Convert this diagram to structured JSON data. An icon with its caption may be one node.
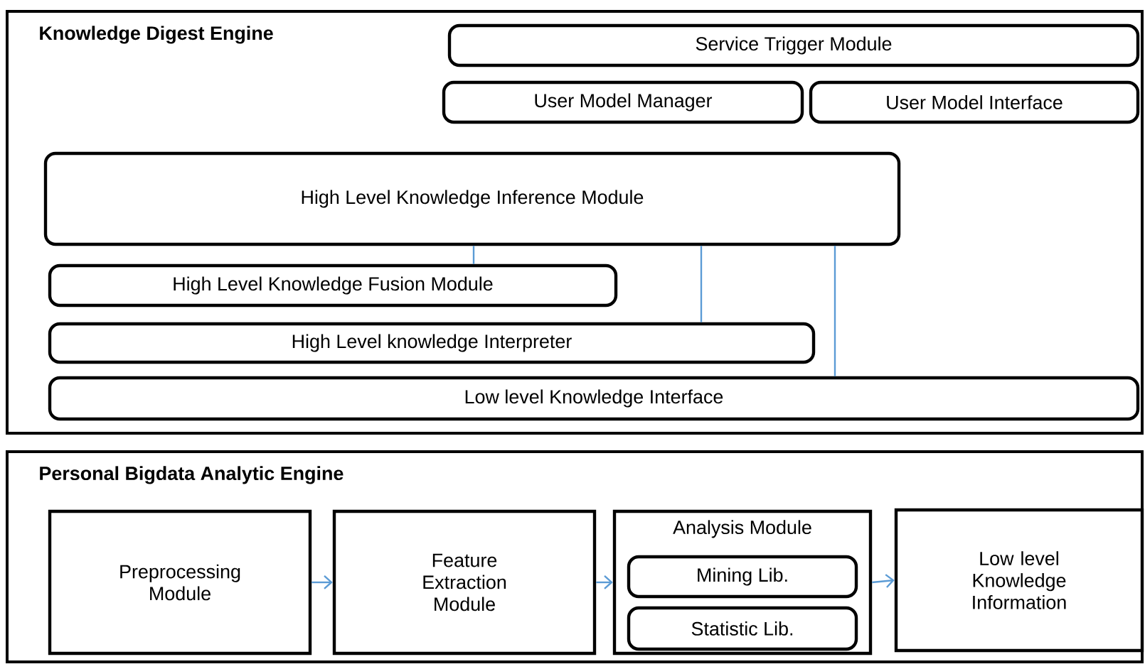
{
  "diagram": {
    "nodes": [
      {
        "text": [
          "Knowledge Digest Engine"
        ]
      },
      {
        "text": [
          "Service Trigger Module"
        ],
        "in": 0
      },
      {
        "text": [
          "User Model Manager"
        ],
        "in": 0
      },
      {
        "text": [
          "User Model Interface"
        ],
        "in": 0
      },
      {
        "text": [
          "High Level Knowledge Inference Module"
        ],
        "in": 0
      },
      {
        "text": [
          "High Level Knowledge Fusion Module"
        ],
        "in": 0
      },
      {
        "text": [
          "High Level knowledge Interpreter"
        ],
        "in": 0
      },
      {
        "text": [
          "Low level Knowledge Interface"
        ],
        "in": 0
      },
      {
        "text": [
          "Personal Bigdata Analytic Engine"
        ]
      },
      {
        "text": [
          "Preprocessing Module"
        ],
        "in": 8
      },
      {
        "text": [
          "Feature Extraction Module"
        ],
        "in": 8
      },
      {
        "text": [
          "Analysis Module"
        ],
        "in": 8
      },
      {
        "text": [
          "Mining Lib."
        ],
        "in": 11
      },
      {
        "text": [
          "Statistic Lib."
        ],
        "in": 11
      },
      {
        "text": [
          "Low level Knowledge Information"
        ],
        "in": 8
      }
    ],
    "edges": [
      {
        "from": 4,
        "to": 5,
        "arrow": "none"
      },
      {
        "from": 4,
        "to": 6,
        "arrow": "none"
      },
      {
        "from": 4,
        "to": 7,
        "arrow": "none"
      },
      {
        "from": 9,
        "to": 10,
        "arrow": "to"
      },
      {
        "from": 10,
        "to": 11,
        "arrow": "to"
      },
      {
        "from": 11,
        "to": 14,
        "arrow": "to"
      }
    ]
  }
}
